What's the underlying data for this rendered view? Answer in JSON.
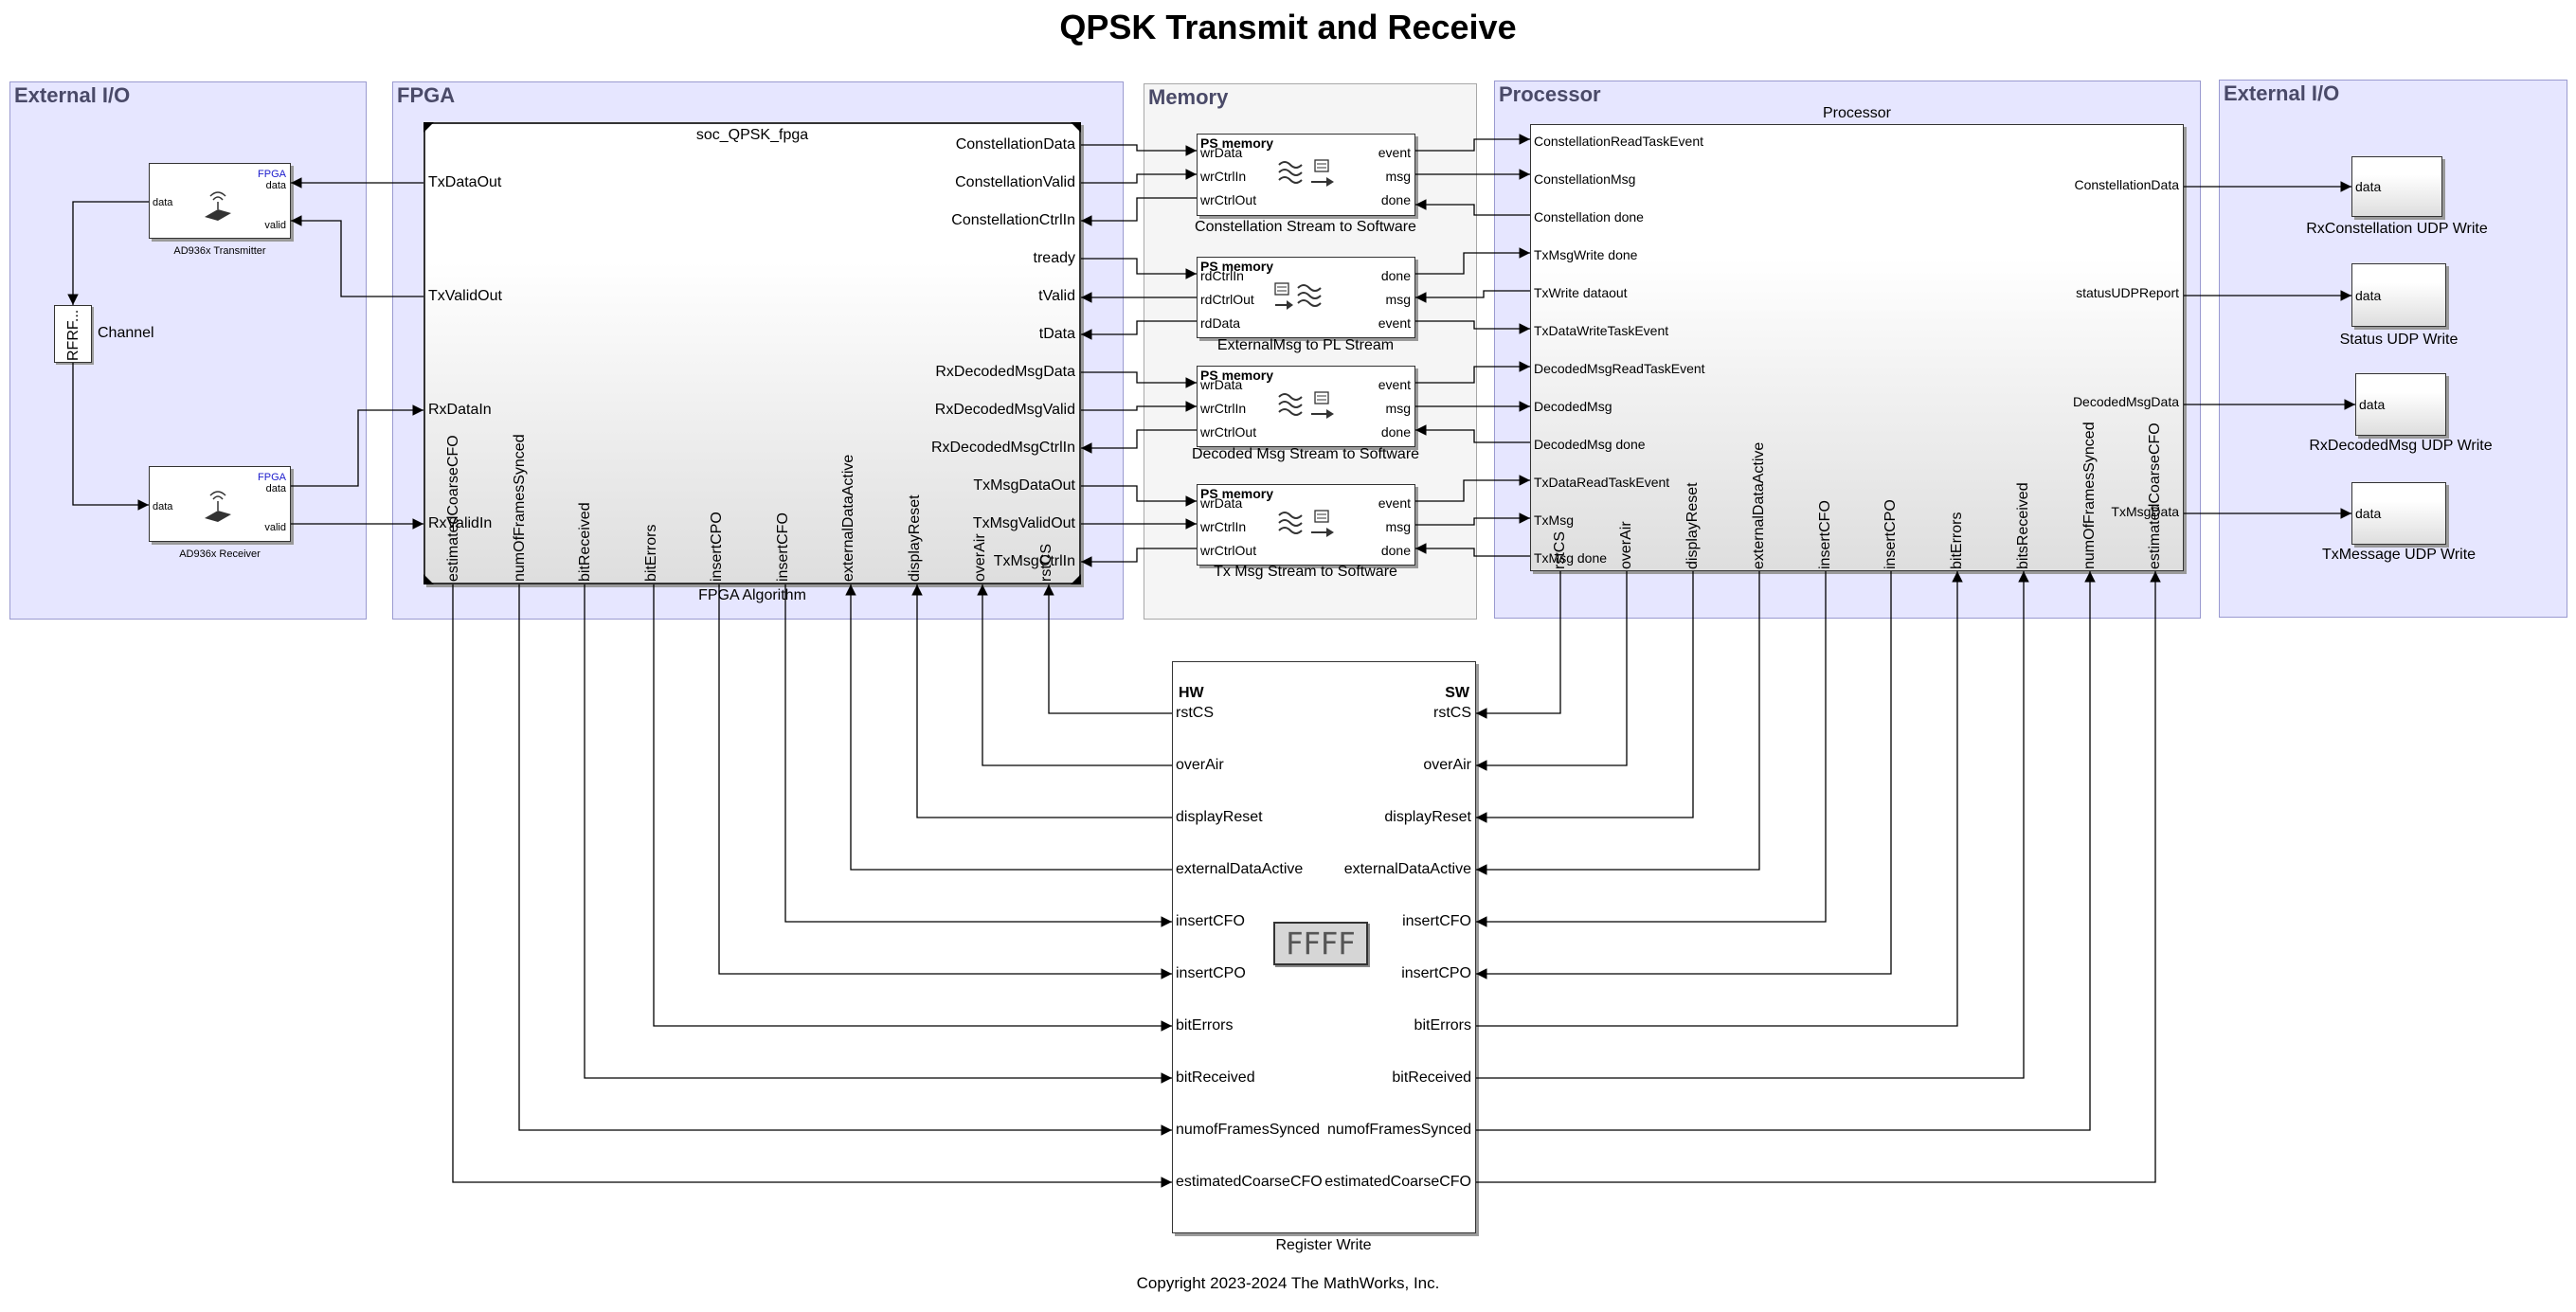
{
  "title": "QPSK Transmit and Receive",
  "copyright": "Copyright 2023-2024 The MathWorks, Inc.",
  "areas": {
    "ext_left": "External I/O",
    "fpga": "FPGA",
    "memory": "Memory",
    "processor": "Processor",
    "ext_right": "External I/O"
  },
  "transmitter": {
    "badge": "FPGA",
    "port_data_in": "data",
    "port_data": "data",
    "port_valid": "valid",
    "caption": "AD936x Transmitter"
  },
  "receiver": {
    "badge": "FPGA",
    "port_data_in": "data",
    "port_data": "data",
    "port_valid": "valid",
    "caption": "AD936x Receiver"
  },
  "channel": {
    "caption": "Channel",
    "inner": "RFRF..."
  },
  "fpga_block": {
    "name": "soc_QPSK_fpga",
    "caption": "FPGA Algorithm",
    "in_left": [
      "TxDataOut",
      "TxValidOut",
      "RxDataIn",
      "RxValidIn"
    ],
    "out_right": [
      "ConstellationData",
      "ConstellationValid",
      "ConstellationCtrlIn",
      "tready",
      "tValid",
      "tData",
      "RxDecodedMsgData",
      "RxDecodedMsgValid",
      "RxDecodedMsgCtrlIn",
      "TxMsgDataOut",
      "TxMsgValidOut",
      "TxMsgCtrlIn"
    ],
    "bottom": [
      "estimatedCoarseCFO",
      "numOfFramesSynced",
      "bitReceived",
      "bitErrors",
      "insertCPO",
      "insertCFO",
      "externalDataActive",
      "displayReset",
      "overAir",
      "rstCS"
    ]
  },
  "memory_blocks": [
    {
      "header": "PS memory",
      "ports_left": [
        "wrData",
        "wrCtrlIn",
        "wrCtrlOut"
      ],
      "ports_right": [
        "event",
        "msg",
        "done"
      ],
      "caption": "Constellation Stream to Software"
    },
    {
      "header": "PS memory",
      "ports_left": [
        "rdCtrlIn",
        "rdCtrlOut",
        "rdData"
      ],
      "ports_right": [
        "done",
        "msg",
        "event"
      ],
      "caption": "ExternalMsg to PL Stream"
    },
    {
      "header": "PS memory",
      "ports_left": [
        "wrData",
        "wrCtrlIn",
        "wrCtrlOut"
      ],
      "ports_right": [
        "event",
        "msg",
        "done"
      ],
      "caption": "Decoded Msg Stream to Software"
    },
    {
      "header": "PS memory",
      "ports_left": [
        "wrData",
        "wrCtrlIn",
        "wrCtrlOut"
      ],
      "ports_right": [
        "event",
        "msg",
        "done"
      ],
      "caption": "Tx Msg Stream to Software"
    }
  ],
  "processor_block": {
    "caption": "Processor",
    "left": [
      "ConstellationReadTaskEvent",
      "ConstellationMsg",
      "Constellation done",
      "TxMsgWrite done",
      "TxWrite dataout",
      "TxDataWriteTaskEvent",
      "DecodedMsgReadTaskEvent",
      "DecodedMsg",
      "DecodedMsg done",
      "TxDataReadTaskEvent",
      "TxMsg",
      "TxMsg done"
    ],
    "right": [
      "ConstellationData",
      "statusUDPReport",
      "DecodedMsgData",
      "TxMsgData"
    ],
    "bottom": [
      "rstCS",
      "overAir",
      "displayReset",
      "externalDataActive",
      "insertCFO",
      "insertCPO",
      "bitErrors",
      "bitsReceived",
      "numOfFramesSynced",
      "estimatedCoarseCFO"
    ]
  },
  "udp_blocks": [
    {
      "port": "data",
      "caption": "RxConstellation UDP Write"
    },
    {
      "port": "data",
      "caption": "Status UDP Write"
    },
    {
      "port": "data",
      "caption": "RxDecodedMsg UDP Write"
    },
    {
      "port": "data",
      "caption": "TxMessage UDP Write"
    }
  ],
  "register_block": {
    "hw": "HW",
    "sw": "SW",
    "display": "FFFF",
    "caption": "Register Write",
    "ports_left": [
      "rstCS",
      "overAir",
      "displayReset",
      "externalDataActive",
      "insertCFO",
      "insertCPO",
      "bitErrors",
      "bitReceived",
      "numofFramesSynced",
      "estimatedCoarseCFO"
    ],
    "ports_right": [
      "rstCS",
      "overAir",
      "displayReset",
      "externalDataActive",
      "insertCFO",
      "insertCPO",
      "bitErrors",
      "bitReceived",
      "numofFramesSynced",
      "estimatedCoarseCFO"
    ]
  },
  "colors": {
    "area_fill": "#e6e6ff",
    "memory_fill": "#f5f5f5",
    "badge": "#1a1acc"
  }
}
